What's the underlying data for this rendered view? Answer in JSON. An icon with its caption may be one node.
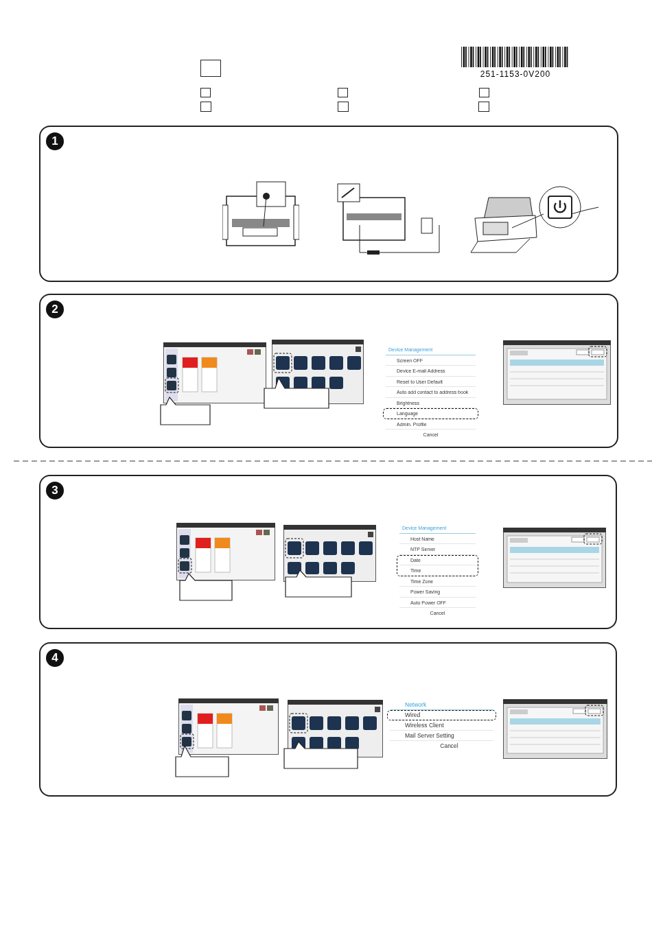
{
  "diagram": {
    "nodes": [
      {
        "text": [],
        "shape": "box"
      },
      {
        "text": [],
        "shape": "box"
      },
      {
        "text": [],
        "shape": "box"
      },
      {
        "text": [],
        "shape": "box"
      },
      {
        "text": [],
        "shape": "box"
      },
      {
        "text": [],
        "shape": "box"
      },
      {
        "text": [],
        "shape": "box"
      },
      {
        "text": [
          "1"
        ]
      },
      {
        "text": [],
        "shape": "picture",
        "in": 7
      },
      {
        "text": [],
        "shape": "picture",
        "in": 7
      },
      {
        "text": [],
        "shape": "picture",
        "in": 7
      },
      {
        "text": [
          "2"
        ]
      },
      {
        "text": [],
        "shape": "picture",
        "in": 11
      },
      {
        "text": [],
        "shape": "box",
        "in": 11
      },
      {
        "text": [],
        "shape": "picture",
        "in": 11
      },
      {
        "text": [],
        "shape": "box",
        "in": 11
      },
      {
        "text": [
          "Device Management",
          "Screen OFF",
          "Device E-mail Address",
          "Reset to User Default",
          "Auto add contact to address book",
          "Brightness",
          "Language",
          "Admin. Profile",
          "Cancel"
        ],
        "in": 11
      },
      {
        "text": [],
        "shape": "picture",
        "in": 11
      },
      {
        "text": [
          "3"
        ]
      },
      {
        "text": [],
        "shape": "picture",
        "in": 18
      },
      {
        "text": [],
        "shape": "box",
        "in": 18
      },
      {
        "text": [],
        "shape": "picture",
        "in": 18
      },
      {
        "text": [],
        "shape": "box",
        "in": 18
      },
      {
        "text": [
          "Device Management",
          "Host Name",
          "NTP Server",
          "Date",
          "Time",
          "Time Zone",
          "Power Saving",
          "Auto Power OFF",
          "Cancel"
        ],
        "in": 18
      },
      {
        "text": [],
        "shape": "picture",
        "in": 18
      },
      {
        "text": [
          "4"
        ]
      },
      {
        "text": [],
        "shape": "picture",
        "in": 25
      },
      {
        "text": [],
        "shape": "box",
        "in": 25
      },
      {
        "text": [],
        "shape": "picture",
        "in": 25
      },
      {
        "text": [],
        "shape": "box",
        "in": 25
      },
      {
        "text": [
          "Network",
          "Wired",
          "Wireless Client",
          "Mail Server Setting",
          "Cancel"
        ],
        "in": 25
      },
      {
        "text": [],
        "shape": "picture",
        "in": 25
      }
    ],
    "labels": [
      "251-1153-0V200"
    ]
  }
}
